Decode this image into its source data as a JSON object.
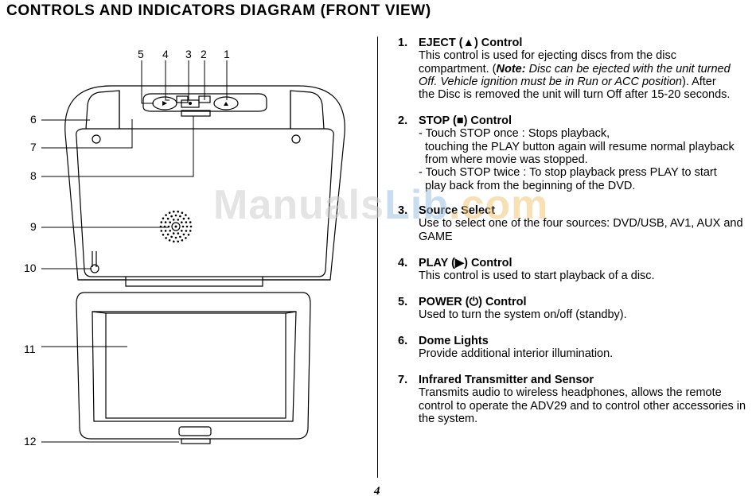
{
  "page": {
    "title": "CONTROLS AND INDICATORS DIAGRAM (FRONT VIEW)",
    "page_number": "4",
    "watermark": {
      "part1": "Manuals",
      "part2": "Lib",
      "part3": ".com"
    }
  },
  "diagram": {
    "callouts_top": [
      "5",
      "4",
      "3",
      "2",
      "1"
    ],
    "callouts_left": [
      "6",
      "7",
      "8",
      "9",
      "10",
      "11",
      "12"
    ]
  },
  "items": [
    {
      "num": "1.",
      "title": "EJECT (▲) Control",
      "lines": [
        {
          "text": "This control is used for ejecting discs from the disc"
        },
        {
          "pre": "compartment. (",
          "bold_italic": "Note:",
          "italic": " Disc can be ejected with the unit turned"
        },
        {
          "italic": "Off. Vehicle ignition must be in Run or ACC position",
          "post": "). After"
        },
        {
          "text": "the Disc is removed the unit will turn Off after 15-20 seconds."
        }
      ]
    },
    {
      "num": "2.",
      "title": "STOP (■) Control",
      "lines": [
        {
          "text": "- Touch STOP once : Stops playback,"
        },
        {
          "text": "touching the PLAY button again will resume normal playback",
          "indent": true
        },
        {
          "text": "from where movie was stopped.",
          "indent": true
        },
        {
          "text": "- Touch STOP twice : To stop playback press PLAY to start"
        },
        {
          "text": "play back from the beginning of the DVD.",
          "indent": true
        }
      ]
    },
    {
      "num": "3.",
      "title": "Source Select",
      "lines": [
        {
          "text": "Use to select one of the four sources: DVD/USB, AV1, AUX and"
        },
        {
          "text": "GAME"
        }
      ]
    },
    {
      "num": "4.",
      "title": "PLAY (▶) Control",
      "lines": [
        {
          "text": "This control is used to start playback of a disc."
        }
      ]
    },
    {
      "num": "5.",
      "title": "POWER (⏻) Control",
      "lines": [
        {
          "text": "Used to turn the system on/off (standby)."
        }
      ]
    },
    {
      "num": "6.",
      "title": "Dome Lights",
      "lines": [
        {
          "text": "Provide additional interior illumination."
        }
      ]
    },
    {
      "num": "7.",
      "title": "Infrared Transmitter and Sensor",
      "lines": [
        {
          "text": "Transmits audio to wireless headphones, allows the remote"
        },
        {
          "text": "control to operate the ADV29 and to control other accessories in"
        },
        {
          "text": "the system."
        }
      ]
    }
  ]
}
